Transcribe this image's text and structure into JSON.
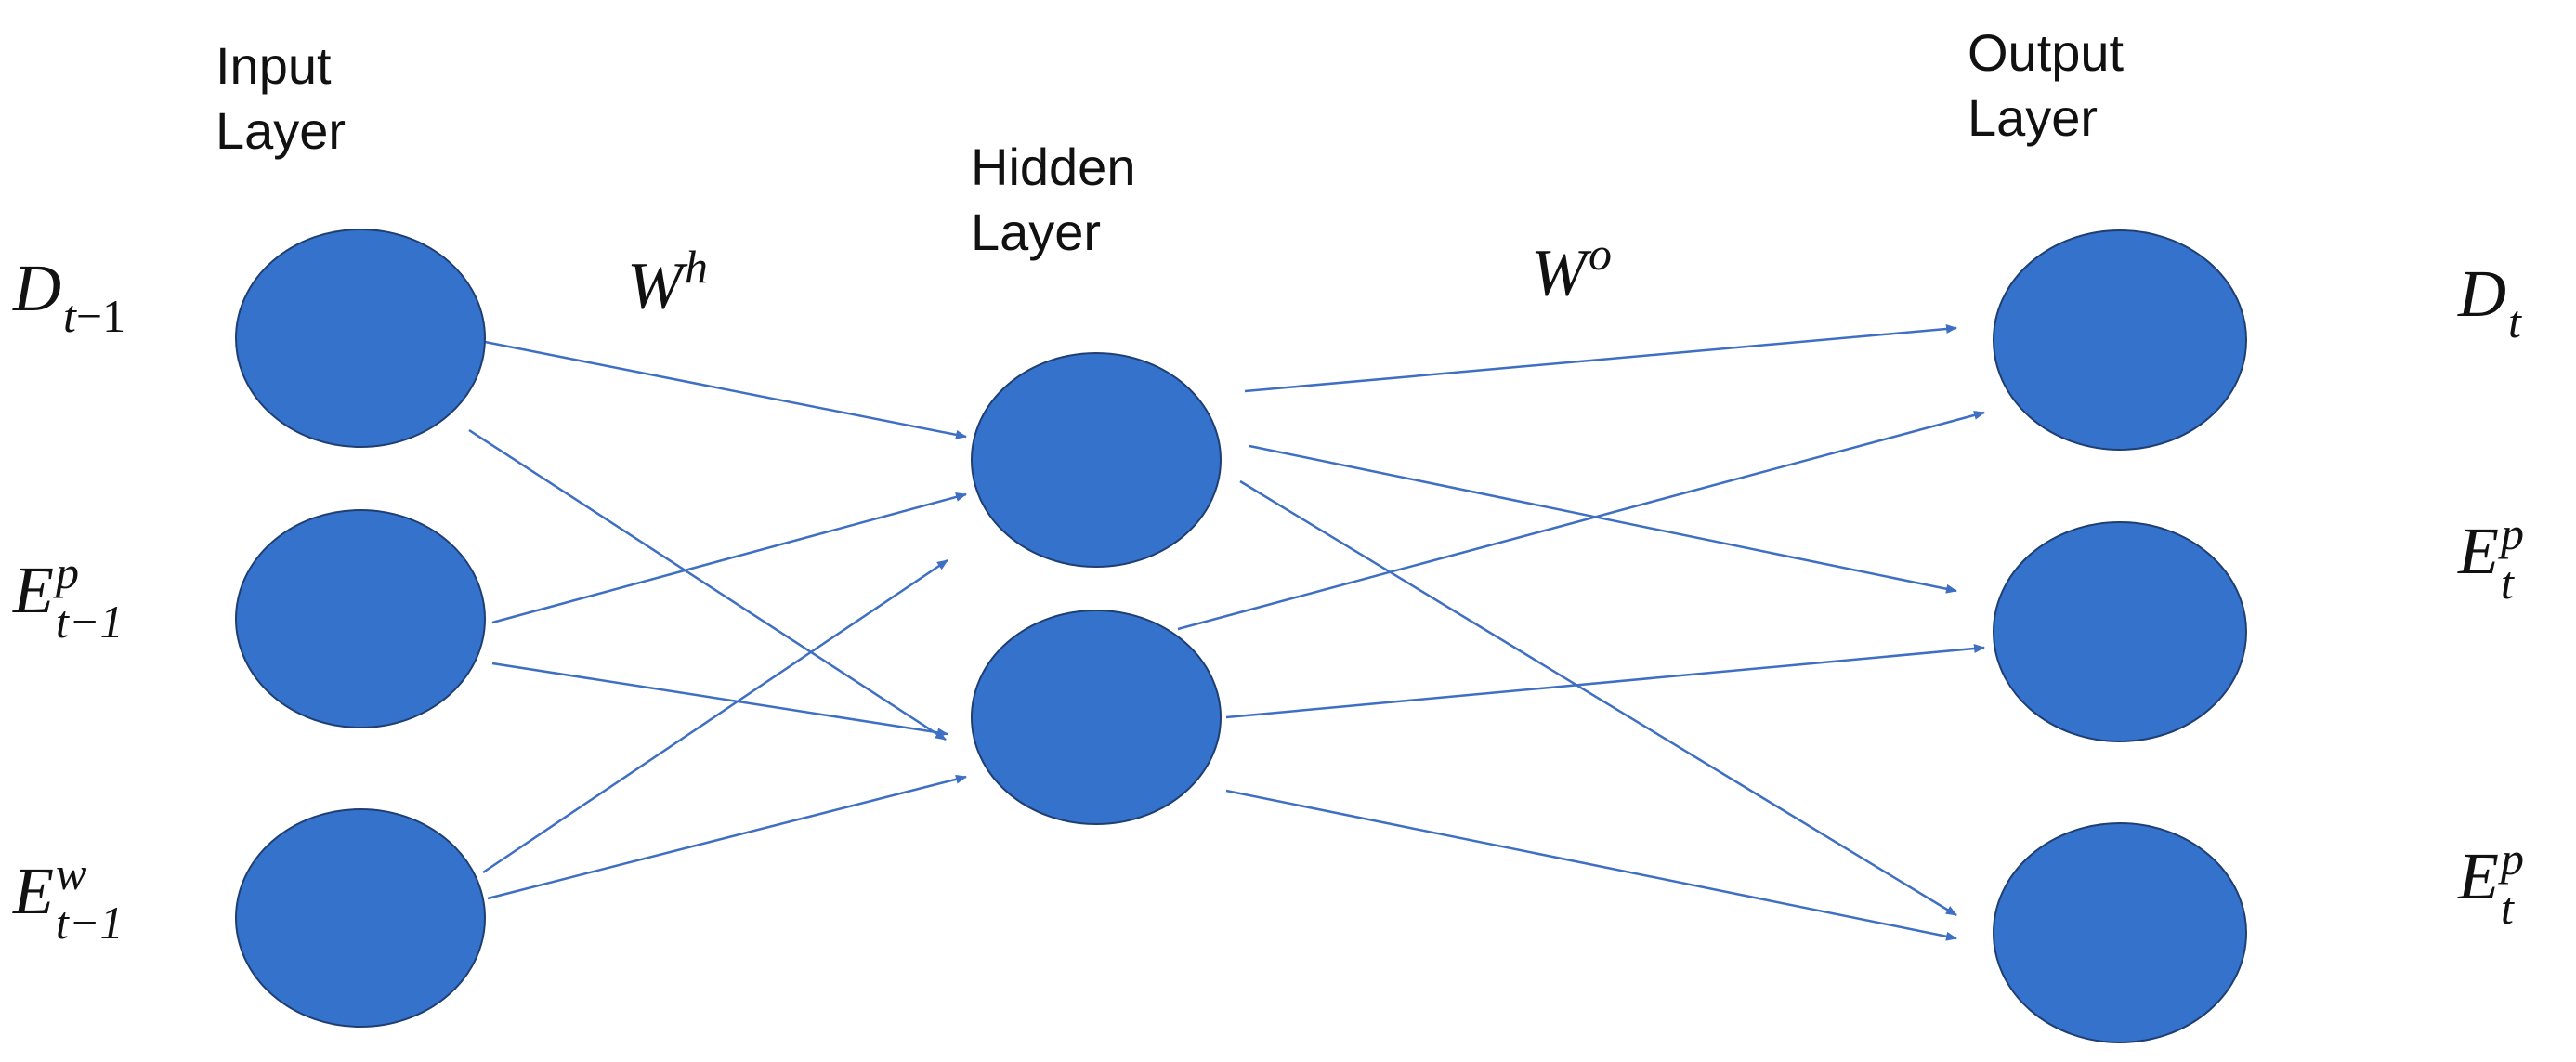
{
  "layers": {
    "input": {
      "title_line1": "Input",
      "title_line2": "Layer"
    },
    "hidden": {
      "title_line1": "Hidden",
      "title_line2": "Layer"
    },
    "output": {
      "title_line1": "Output",
      "title_line2": "Layer"
    }
  },
  "weights": {
    "hidden": {
      "base": "W",
      "sup": "h"
    },
    "output": {
      "base": "W",
      "sup": "o"
    }
  },
  "inputs": [
    {
      "base": "D",
      "sup": "",
      "sub": "t−1"
    },
    {
      "base": "E",
      "sup": "p",
      "sub": "t−1"
    },
    {
      "base": "E",
      "sup": "w",
      "sub": "t−1"
    }
  ],
  "outputs": [
    {
      "base": "D",
      "sup": "",
      "sub": "t"
    },
    {
      "base": "E",
      "sup": "p",
      "sub": "t"
    },
    {
      "base": "E",
      "sup": "p",
      "sub": "t"
    }
  ],
  "colors": {
    "node_fill": "#3572CC",
    "node_stroke": "#1F3F73",
    "edge": "#3E6FC2",
    "text": "#111111"
  }
}
